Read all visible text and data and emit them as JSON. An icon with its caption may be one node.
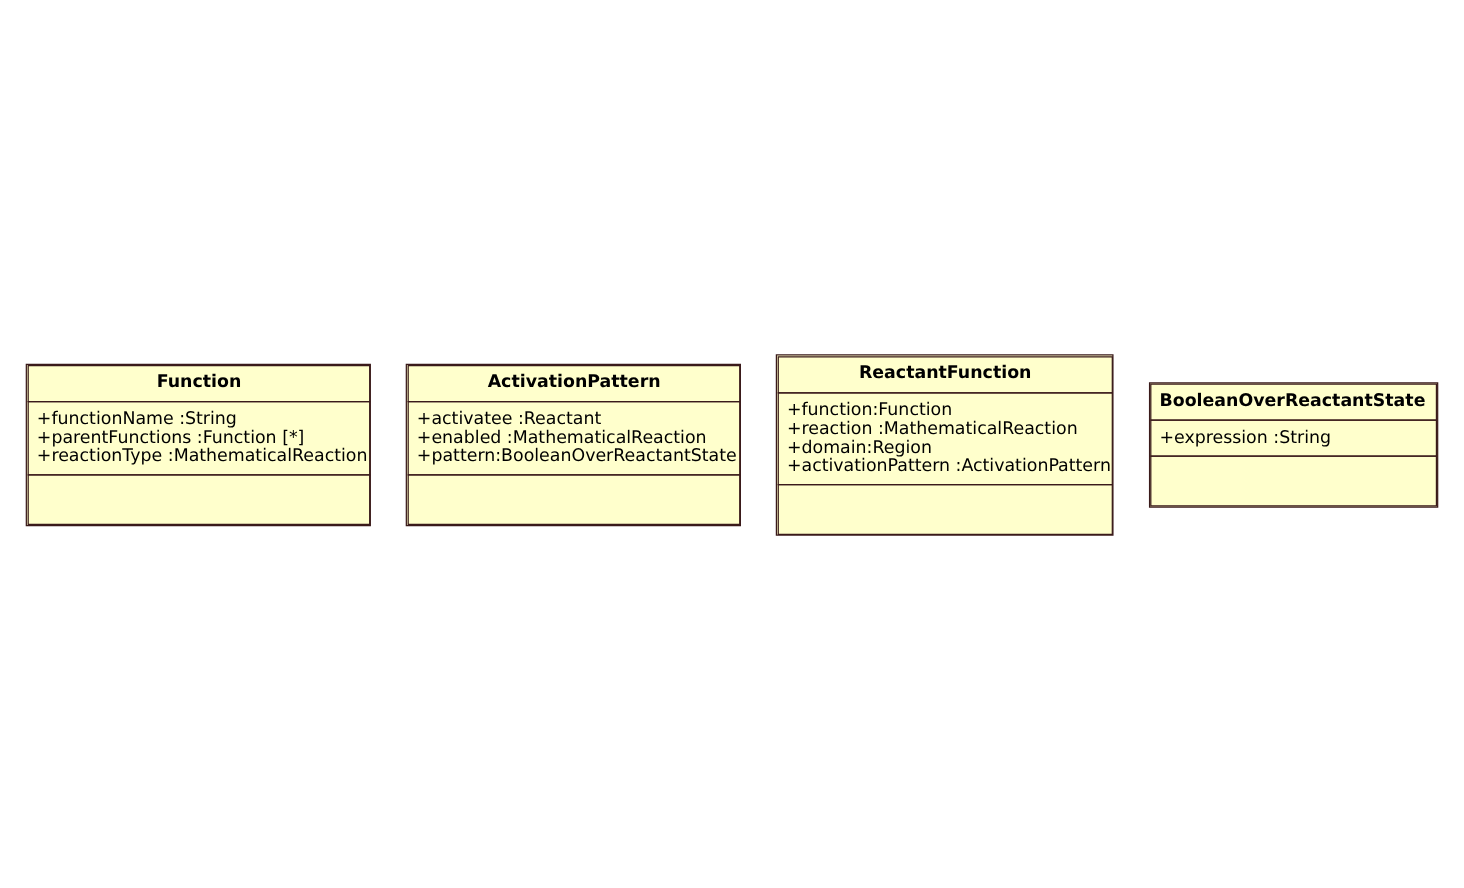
{
  "diagram": {
    "nodes": [
      {
        "text": [
          "Function",
          "+functionName :String",
          "+parentFunctions :Function [*]",
          "+reactionType :MathematicalReaction"
        ]
      },
      {
        "text": [
          "ActivationPattern",
          "+activatee :Reactant",
          "+enabled :MathematicalReaction",
          "+pattern:BooleanOverReactantState"
        ]
      },
      {
        "text": [
          "ReactantFunction",
          "+function:Function",
          "+reaction :MathematicalReaction",
          "+domain:Region",
          "+activationPattern :ActivationPattern"
        ]
      },
      {
        "text": [
          "BooleanOverReactantState",
          "+expression :String"
        ]
      }
    ]
  }
}
